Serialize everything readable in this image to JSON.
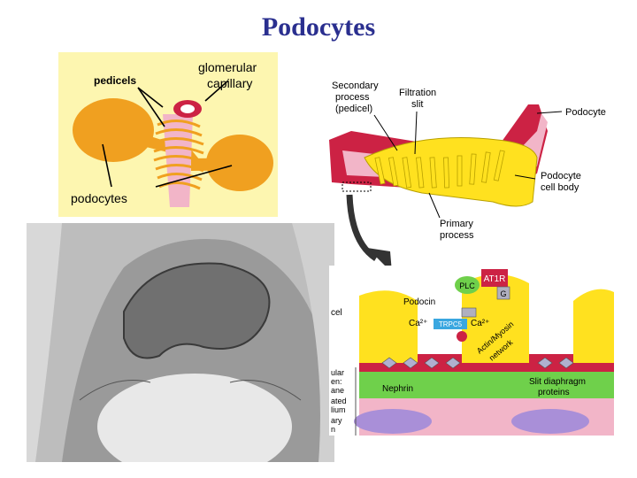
{
  "slide": {
    "title": "Podocytes"
  },
  "panel_glomerulus": {
    "label_pedicels": "pedicels",
    "label_glomerular": "glomerular",
    "label_capillary": "capillary",
    "label_podocytes": "podocytes"
  },
  "panel_pedicel_diagram": {
    "label_secondary_1": "Secondary",
    "label_secondary_2": "process",
    "label_secondary_3": "(pedicel)",
    "label_filtration_1": "Filtration",
    "label_filtration_2": "slit",
    "label_podocyte": "Podocyte",
    "label_cell_body_1": "Podocyte",
    "label_cell_body_2": "cell body",
    "label_primary_1": "Primary",
    "label_primary_2": "process"
  },
  "panel_molecular": {
    "label_podocin": "Podocin",
    "label_plc": "PLC",
    "label_at1r": "AT1R",
    "label_g": "G",
    "label_ca_in": "Ca²⁺",
    "label_trpc5": "TRPC5",
    "label_ca_out": "Ca²⁺",
    "label_actin_1": "Actin/Myosin",
    "label_actin_2": "network",
    "label_nephrin": "Nephrin",
    "label_slit_1": "Slit diaphragm",
    "label_slit_2": "proteins",
    "label_cel": "cel",
    "label_ular": "ular",
    "label_en": "en:",
    "label_ane": "ane",
    "label_ated": "ated",
    "label_lium": "lium",
    "label_ary": "ary",
    "label_n": "n"
  },
  "colors": {
    "title": "#2a2f8f",
    "pale_yellow": "#fdf6b0",
    "orange": "#f0a020",
    "pink": "#f2b5c8",
    "red": "#cc2244",
    "yellow": "#ffe11f",
    "green": "#6fd04b",
    "blue": "#3aa7e0",
    "purple": "#a98fd8"
  }
}
